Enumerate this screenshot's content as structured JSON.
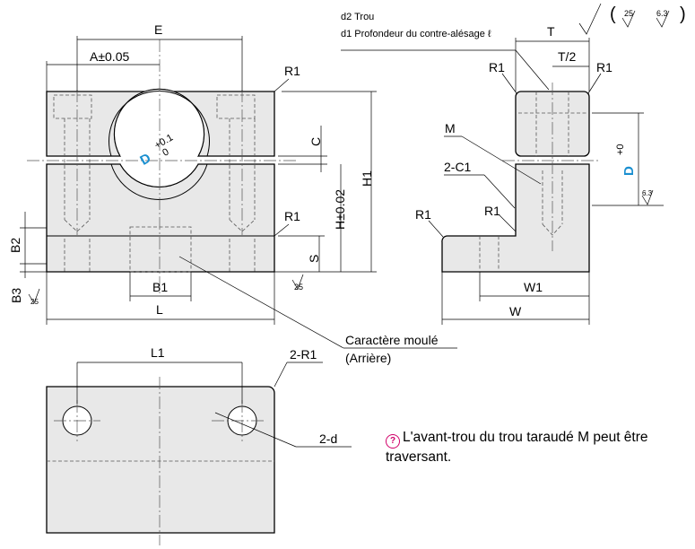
{
  "labels": {
    "E": "E",
    "A": "A±0.05",
    "R1_a": "R1",
    "R1_b": "R1",
    "C": "C",
    "D_front": "D",
    "tol_plus": "+0.1",
    "tol_zero": "0",
    "H_tol": "H±0.02",
    "H1": "H1",
    "S": "S",
    "B2": "B2",
    "B1": "B1",
    "B3": "B3",
    "L": "L",
    "surf_25_a": "25",
    "surf_25_b": "25",
    "cast_char": "Caractère moulé",
    "cast_back": "(Arrière)",
    "L1": "L1",
    "R1_2": "2-R1",
    "d_2": "2-d",
    "d2_hole": "d2 Trou",
    "d1_depth": "d1 Profondeur du contre-alésage ℓ",
    "T": "T",
    "T_half": "T/2",
    "R1_c": "R1",
    "R1_d": "R1",
    "M": "M",
    "C1": "2-C1",
    "R1_e": "R1",
    "R1_f": "R1",
    "D_side": "D",
    "tol_side": "+0",
    "surf_63": "6.3",
    "W1": "W1",
    "W": "W",
    "rough_25": "25",
    "rough_63": "6.3"
  },
  "note": {
    "icon": "lightbulb-icon",
    "text": "L'avant-trou du trou taraudé M peut être traversant."
  },
  "colors": {
    "accent": "#1a8fd0",
    "note_icon": "#d1006a",
    "body_fill": "#e8e8e8"
  }
}
